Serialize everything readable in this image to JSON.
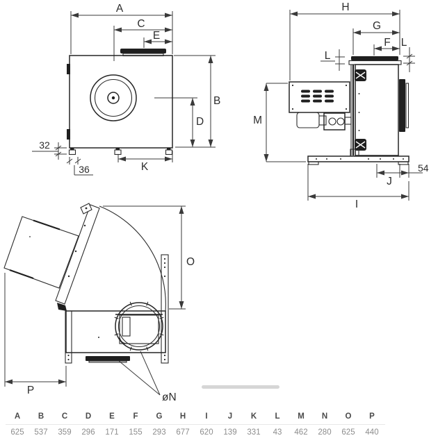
{
  "views": {
    "front": {
      "dim_a": "A",
      "dim_c": "C",
      "dim_e": "E",
      "dim_b": "B",
      "dim_d": "D",
      "dim_k": "K",
      "dim_foot_height": "32",
      "dim_foot_inset": "36"
    },
    "side": {
      "dim_h": "H",
      "dim_g": "G",
      "dim_f": "F",
      "dim_l_left": "L",
      "dim_l_right": "L",
      "dim_m": "M",
      "dim_j": "J",
      "dim_i": "I",
      "dim_base_overhang": "54"
    },
    "open": {
      "dim_o": "O",
      "dim_p": "P",
      "dim_hole_diameter": "øN"
    }
  },
  "dimensions_table": {
    "columns": [
      "A",
      "B",
      "C",
      "D",
      "E",
      "F",
      "G",
      "H",
      "I",
      "J",
      "K",
      "L",
      "M",
      "N",
      "O",
      "P"
    ],
    "values": [
      "625",
      "537",
      "359",
      "296",
      "171",
      "155",
      "293",
      "677",
      "620",
      "139",
      "331",
      "43",
      "462",
      "280",
      "625",
      "440"
    ]
  },
  "colors": {
    "line": "#252525",
    "dimension_line": "#3a3a3a",
    "dark_fill": "#1f1f1f",
    "table_header": "#4a4a4a",
    "table_value": "#8d8d8d",
    "rule": "#e8e8e8",
    "scrollbar": "#d6d6d6"
  }
}
